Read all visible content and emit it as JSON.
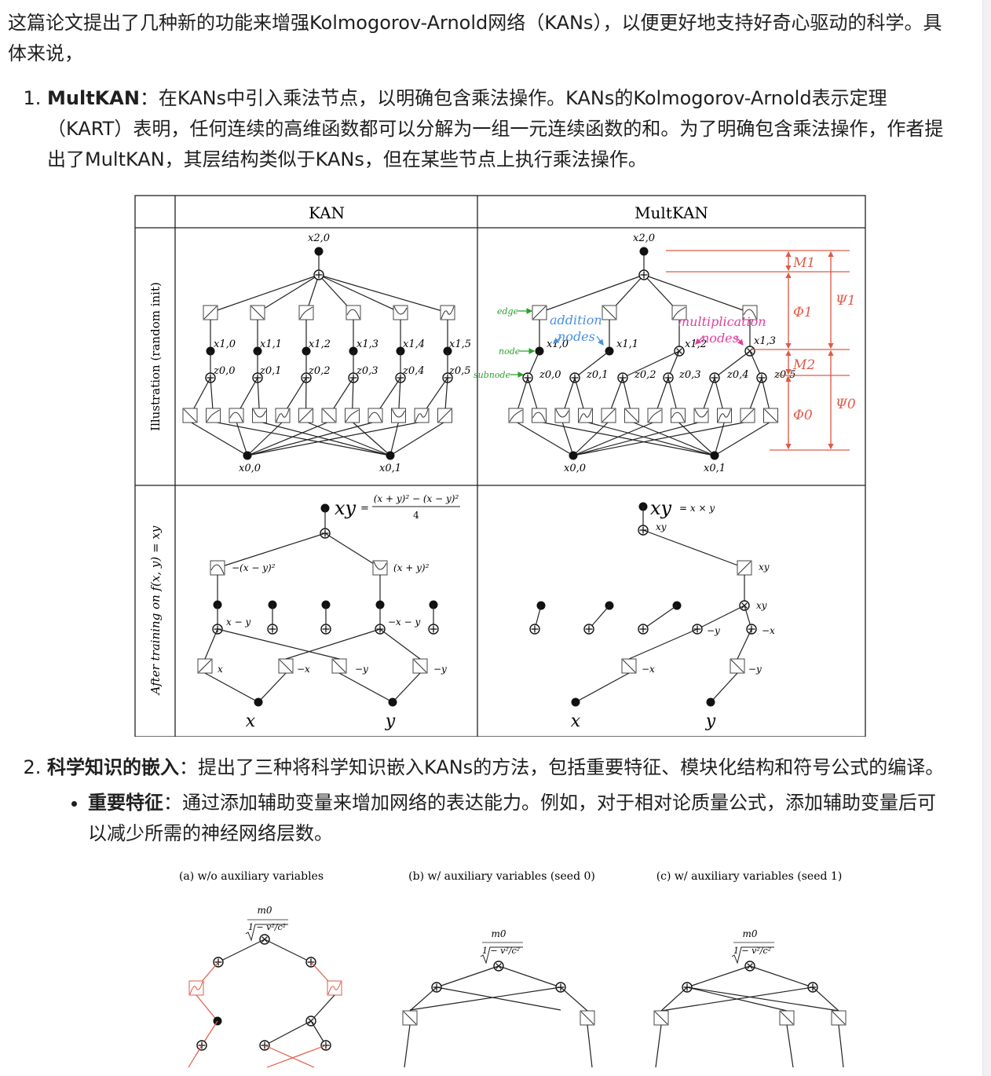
{
  "intro": "这篇论文提出了几种新的功能来增强Kolmogorov-Arnold网络（KANs），以便更好地支持好奇心驱动的科学。具体来说，",
  "items": [
    {
      "title": "MultKAN",
      "text": "：在KANs中引入乘法节点，以明确包含乘法操作。KANs的Kolmogorov-Arnold表示定理（KART）表明，任何连续的高维函数都可以分解为一组一元连续函数的和。为了明确包含乘法操作，作者提出了MultKAN，其层结构类似于KANs，但在某些节点上执行乘法操作。"
    },
    {
      "title": "科学知识的嵌入",
      "text": "：提出了三种将科学知识嵌入KANs的方法，包括重要特征、模块化结构和符号公式的编译。",
      "subitems": [
        {
          "title": "重要特征",
          "text": "：通过添加辅助变量来增加网络的表达能力。例如，对于相对论质量公式，添加辅助变量后可以减少所需的神经网络层数。"
        }
      ]
    }
  ],
  "figure1": {
    "col_kan": "KAN",
    "col_multkan": "MultKAN",
    "row_illustration": "Illustration (random init)",
    "row_trained": "After training on f(x, y) = xy",
    "x20": "x2,0",
    "x00": "x0,0",
    "x01": "x0,1",
    "kan_x1": [
      "x1,0",
      "x1,1",
      "x1,2",
      "x1,3",
      "x1,4",
      "x1,5"
    ],
    "kan_z": [
      "z0,0",
      "z0,1",
      "z0,2",
      "z0,3",
      "z0,4",
      "z0,5"
    ],
    "mult_x1": [
      "x1,0",
      "x1,1",
      "x1,2",
      "x1,3"
    ],
    "mult_z": [
      "z0,0",
      "z0,1",
      "z0,2",
      "z0,3",
      "z0,4",
      "z0,5"
    ],
    "ann_edge": "edge",
    "ann_node": "node",
    "ann_subnode": "subnode",
    "ann_addition": "addition",
    "ann_nodes": "nodes",
    "ann_multiplication": "multiplication",
    "brackets": [
      "M1",
      "Φ1",
      "Ψ1",
      "M2",
      "Φ0",
      "Ψ0"
    ],
    "kan_formula_lhs": "xy",
    "kan_formula_num": "(x + y)² − (x − y)²",
    "kan_formula_den": "4",
    "kan_trained_labels": [
      "−(x − y)²",
      "(x + y)²",
      "x − y",
      "−x − y",
      "x",
      "−x",
      "−y",
      "−y"
    ],
    "mult_formula_lhs": "xy",
    "mult_formula_rhs": "= x × y",
    "mult_trained_labels": [
      "xy",
      "xy",
      "xy",
      "−y",
      "−x",
      "−x",
      "−y"
    ],
    "in_x": "x",
    "in_y": "y",
    "colors": {
      "edge": "#2ca02c",
      "addition": "#4a90e2",
      "multiplication": "#e0409e",
      "bracket": "#e05a47"
    }
  },
  "figure2": {
    "captions": [
      "(a) w/o auxiliary variables",
      "(b) w/ auxiliary variables (seed 0)",
      "(c) w/ auxiliary variables (seed 1)"
    ],
    "formula_num": "m0",
    "formula_den": "1 − v²/c²",
    "highlight_color": "#e05a47"
  }
}
